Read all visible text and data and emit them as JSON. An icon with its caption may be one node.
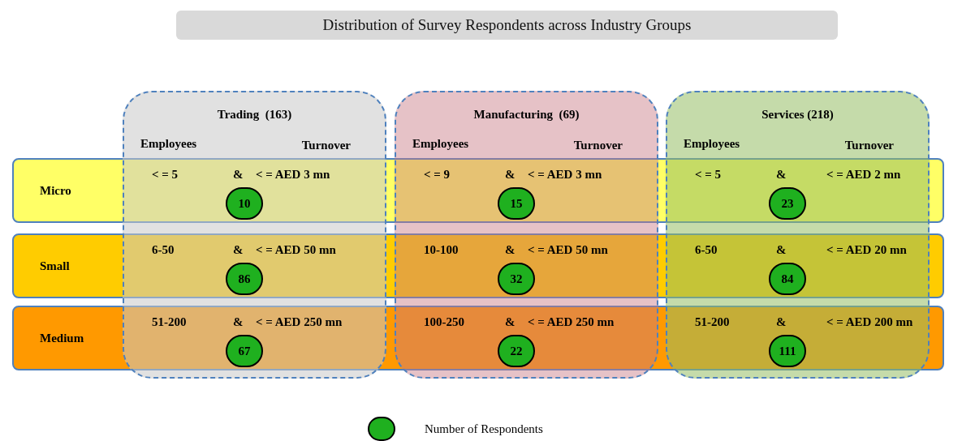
{
  "diagram": {
    "title": "Distribution of Survey Respondents across Industry Groups",
    "nodes": [
      {
        "text": [
          "Trading  (163)",
          "Employees",
          "Turnover"
        ]
      },
      {
        "text": [
          "Manufacturing  (69)",
          "Employees",
          "Turnover"
        ]
      },
      {
        "text": [
          "Services (218)",
          "Employees",
          "Turnover"
        ]
      },
      {
        "text": [
          "Micro"
        ]
      },
      {
        "text": [
          "Small"
        ]
      },
      {
        "text": [
          "Medium"
        ]
      },
      {
        "text": [
          "10"
        ]
      },
      {
        "text": [
          "15"
        ]
      },
      {
        "text": [
          "23"
        ]
      },
      {
        "text": [
          "86"
        ]
      },
      {
        "text": [
          "32"
        ]
      },
      {
        "text": [
          "84"
        ]
      },
      {
        "text": [
          "67"
        ]
      },
      {
        "text": [
          "22"
        ]
      },
      {
        "text": [
          "111"
        ]
      }
    ],
    "labels": [
      "< = 5",
      "&",
      "< = AED 3 mn",
      "< = 9",
      "&",
      "< = AED 3 mn",
      "< = 5",
      "&",
      "< = AED 2 mn",
      "6-50",
      "&",
      "< = AED 50 mn",
      "10-100",
      "&",
      "< = AED 50 mn",
      "6-50",
      "&",
      "< = AED 20 mn",
      "51-200",
      "&",
      "< = AED 250 mn",
      "100-250",
      "&",
      "< = AED 250 mn",
      "51-200",
      "&",
      "< = AED 200 mn"
    ],
    "legend": [
      {
        "text": "Number of Respondents",
        "color": "#1fb01f"
      }
    ]
  }
}
